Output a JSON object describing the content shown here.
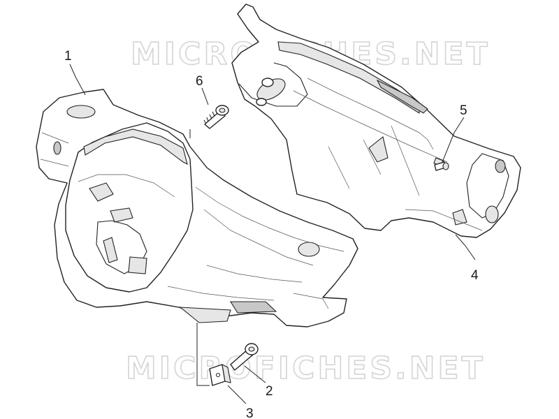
{
  "watermarks": [
    "MICROFICHES.NET",
    "MICROFICHES.NET"
  ],
  "callouts": {
    "c1": "1",
    "c2": "2",
    "c3": "3",
    "c4": "4",
    "c5": "5",
    "c6": "6"
  }
}
